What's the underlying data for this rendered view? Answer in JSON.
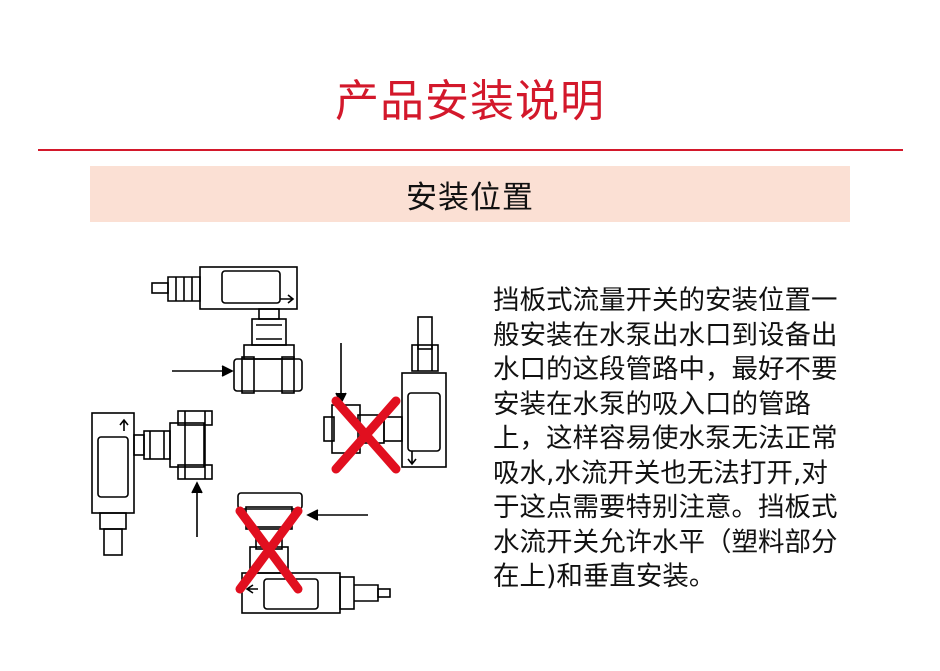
{
  "header": {
    "title": "产品安装说明",
    "accent_color": "#d3182b",
    "banner_color": "#fbe0d4"
  },
  "section": {
    "title": "安装位置"
  },
  "diagram": {
    "icons": [
      "flow-switch-correct-horizontal",
      "flow-switch-correct-vertical",
      "flow-switch-wrong-vertical",
      "flow-switch-wrong-horizontal",
      "red-x-mark"
    ]
  },
  "body": {
    "lines": [
      "挡板式流量开关的安装位置一",
      "般安装在水泵出水口到设备出",
      "水口的这段管路中，最好不要",
      "安装在水泵的吸入口的管路",
      "上，这样容易使水泵无法正常",
      "吸水,水流开关也无法打开,对",
      "于这点需要特别注意。挡板式",
      "水流开关允许水平（塑料部分",
      "在上)和垂直安装。"
    ]
  }
}
